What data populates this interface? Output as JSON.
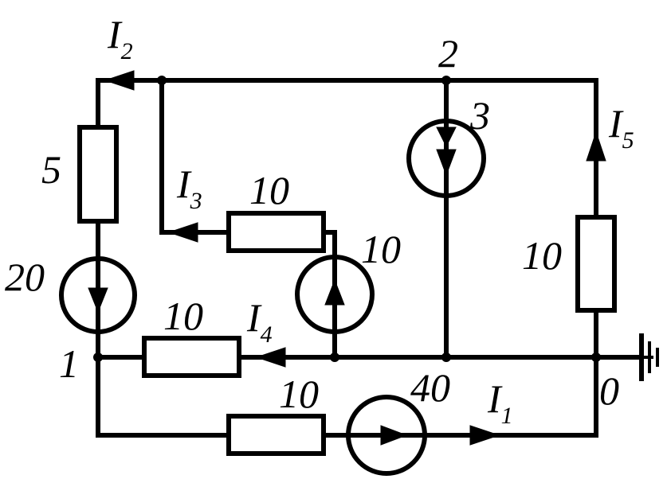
{
  "nodes": {
    "n0": "0",
    "n1": "1",
    "n2": "2"
  },
  "currents": {
    "i1": {
      "base": "I",
      "sub": "1"
    },
    "i2": {
      "base": "I",
      "sub": "2"
    },
    "i3": {
      "base": "I",
      "sub": "3"
    },
    "i4": {
      "base": "I",
      "sub": "4"
    },
    "i5": {
      "base": "I",
      "sub": "5"
    }
  },
  "values": {
    "r_left": "5",
    "src_left": "20",
    "r_i3": "10",
    "src_mid": "10",
    "src_top": "3",
    "r_right": "10",
    "r_i4": "10",
    "r_bottom": "10",
    "src_bottom": "40"
  }
}
